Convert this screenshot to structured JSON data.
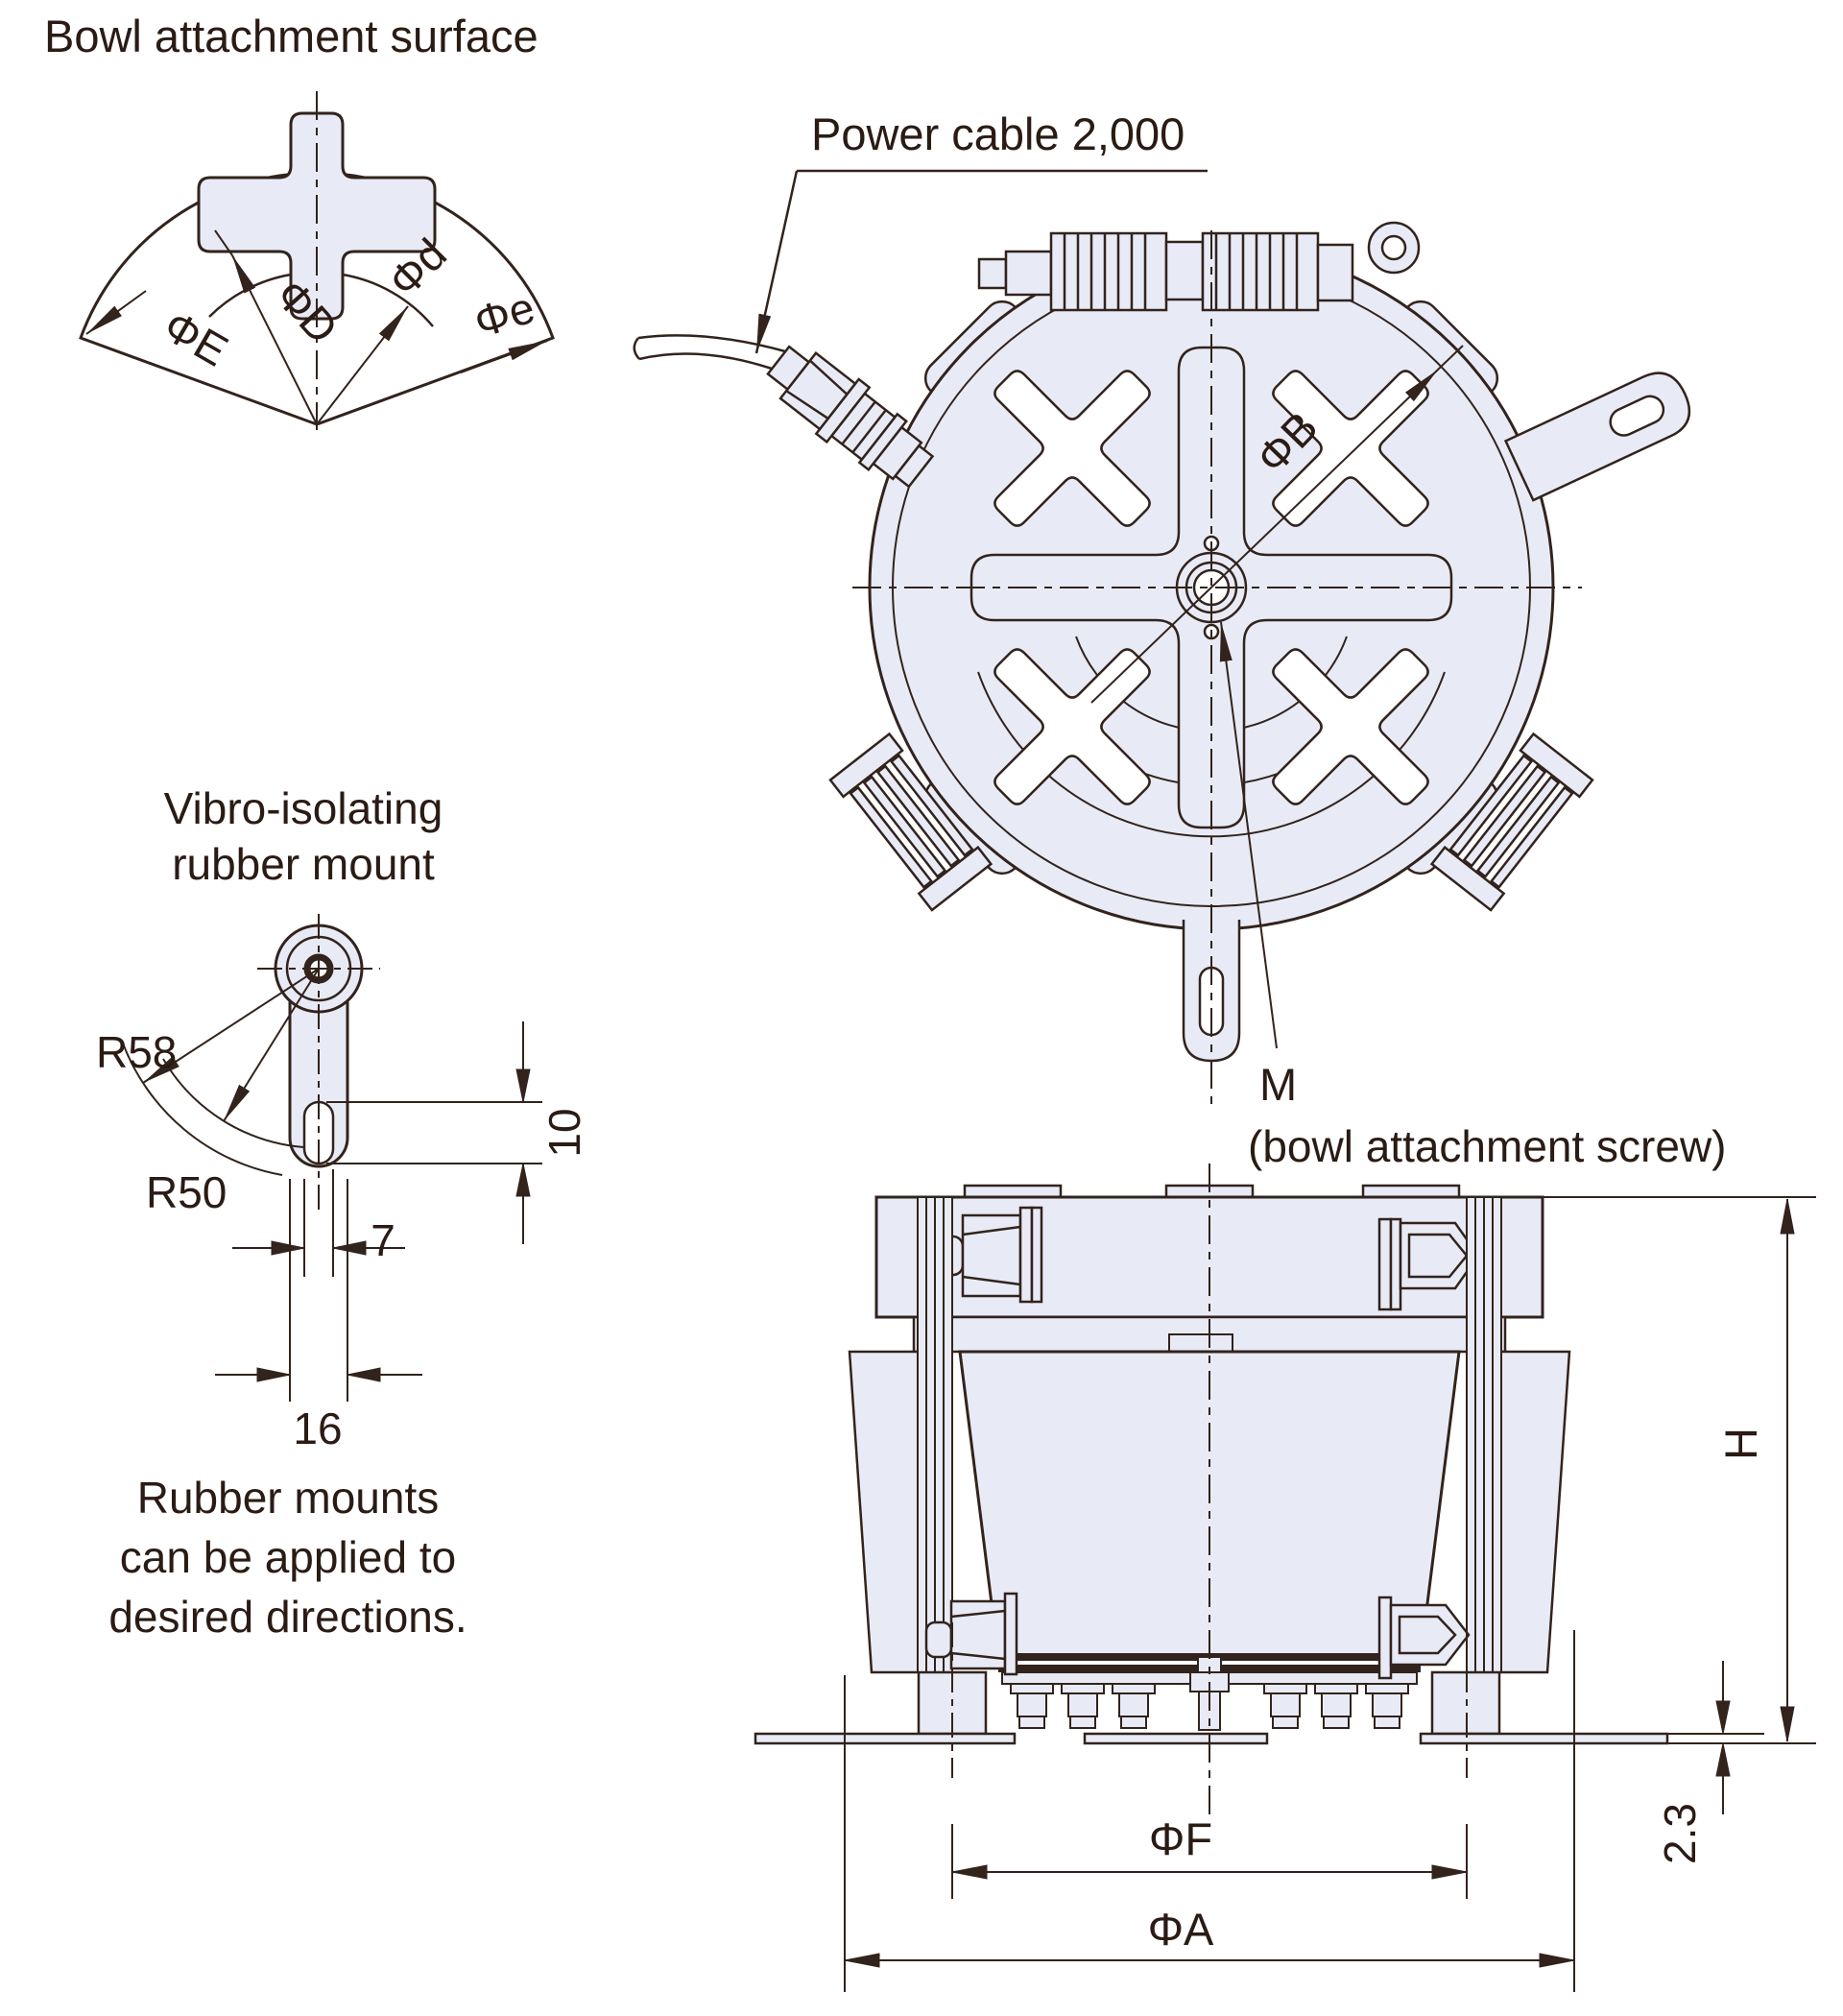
{
  "title": "Bowl attachment surface",
  "fan": {
    "labels": {
      "phiE": "ΦE",
      "phiD": "ΦD",
      "phid": "Φd",
      "phie": "Φe"
    }
  },
  "top_view": {
    "power_cable_label": "Power cable 2,000",
    "phiB": "ΦB",
    "m_label": "M",
    "m_note": "(bowl attachment screw)"
  },
  "rubber_mount": {
    "title_line1": "Vibro-isolating",
    "title_line2": "rubber mount",
    "r58": "R58",
    "r50": "R50",
    "dim_7": "7",
    "dim_10": "10",
    "dim_16": "16",
    "note_line1": "Rubber mounts",
    "note_line2": "can be applied to",
    "note_line3": "desired directions."
  },
  "side_view": {
    "phiF": "ΦF",
    "phiA": "ΦA",
    "height": "H",
    "base_thickness": "2.3"
  },
  "colors": {
    "stroke": "#32231c",
    "fill": "#e8ebf6",
    "background": "#ffffff"
  }
}
